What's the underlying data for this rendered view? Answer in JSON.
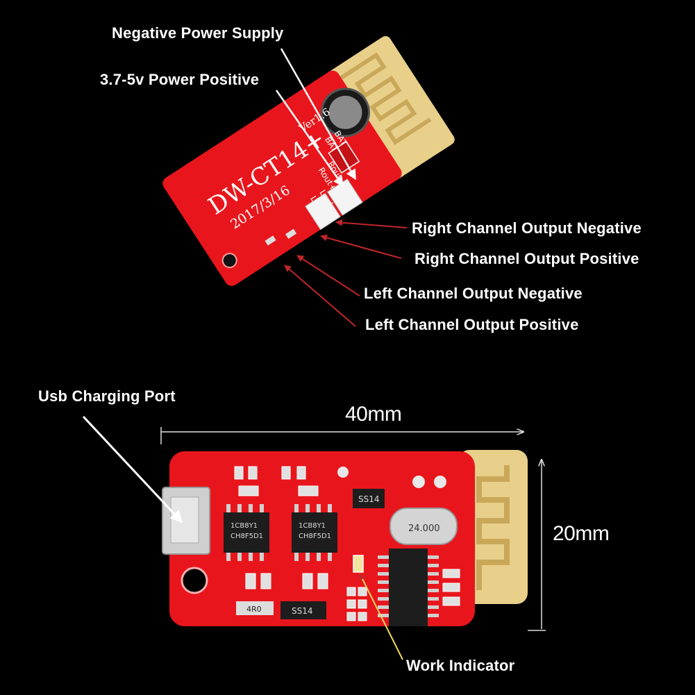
{
  "top_board": {
    "model_text": "DW-CT14+",
    "date_text": "2017/3/16",
    "version_text": "Ver1.6",
    "pin_bat_minus": "BAT-",
    "pin_bat_plus": "BAT+",
    "pin_rout_minus": "Rout-",
    "pin_rout_plus": "Rout+",
    "pin_lout_minus": "Lout-",
    "pin_lout_plus": "Lout+"
  },
  "bottom_board": {
    "chip1_line1": "1CB8Y1",
    "chip1_line2": "CH8F5D1",
    "chip2_line1": "1CB8Y1",
    "chip2_line2": "CH8F5D1",
    "diode1": "SS14",
    "diode2": "SS14",
    "crystal": "24.000",
    "resistor": "4R0"
  },
  "labels": {
    "negative_power_supply": "Negative Power Supply",
    "power_positive": "3.7-5v Power Positive",
    "right_out_negative": "Right Channel Output Negative",
    "right_out_positive": "Right Channel Output Positive",
    "left_out_negative": "Left Channel Output Negative",
    "left_out_positive": "Left Channel Output Positive",
    "usb_charging_port": "Usb Charging Port",
    "work_indicator": "Work Indicator"
  },
  "dimensions": {
    "width": "40mm",
    "height": "20mm"
  },
  "colors": {
    "background": "#000000",
    "pcb_red": "#e8161c",
    "antenna_gold": "#e8cf8a",
    "pad_silver": "#d9d9d9",
    "arrow_red": "#c0262a"
  }
}
